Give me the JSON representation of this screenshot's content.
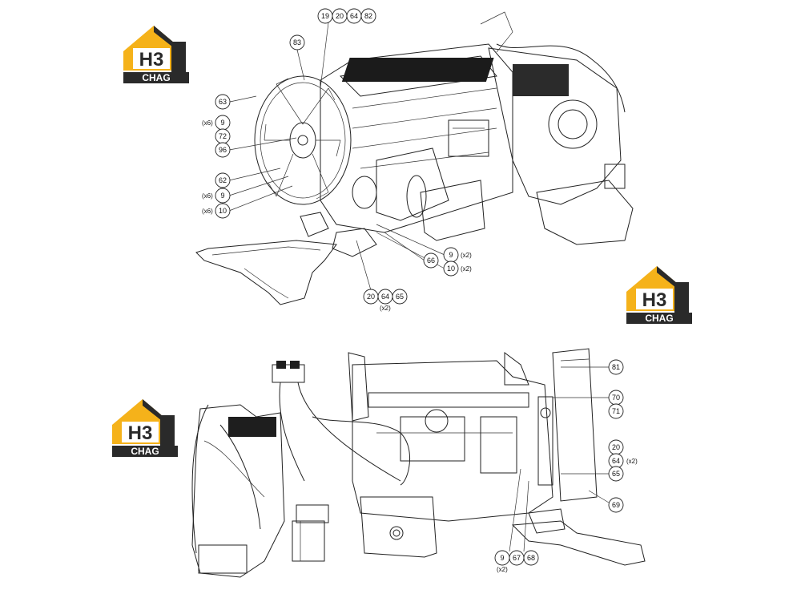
{
  "brand": {
    "logo_mark": "H3",
    "logo_name": "CHAG",
    "accent_color": "#f5b21a",
    "dark_color": "#2a2a2a"
  },
  "diagram_top": {
    "callouts": {
      "c19": "19",
      "c20": "20",
      "c64": "64",
      "c82": "82",
      "c83": "83",
      "c63": "63",
      "c9a": "9",
      "c72": "72",
      "c96": "96",
      "c62": "62",
      "c9b": "9",
      "c10a": "10",
      "c66": "66",
      "c9c": "9",
      "c10b": "10",
      "c20b": "20",
      "c64b": "64",
      "c65": "65"
    },
    "notes": {
      "n_x6a": "(x6)",
      "n_x6b": "(x6)",
      "n_x6c": "(x6)",
      "n_x2a": "(x2)",
      "n_x2b": "(x2)",
      "n_x2c": "(x2)"
    }
  },
  "diagram_bottom": {
    "callouts": {
      "c81": "81",
      "c70": "70",
      "c71": "71",
      "c20": "20",
      "c64": "64",
      "c65": "65",
      "c69": "69",
      "c9": "9",
      "c67": "67",
      "c68": "68"
    },
    "notes": {
      "n_x2a": "(x2)",
      "n_x2b": "(x2)"
    }
  }
}
